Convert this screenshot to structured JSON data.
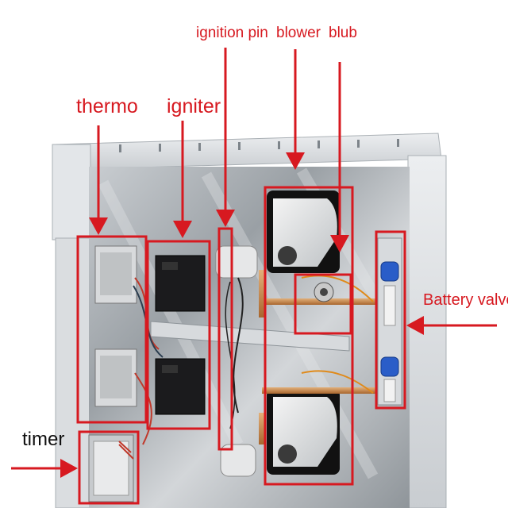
{
  "labels": {
    "thermo": "thermo",
    "igniter": "igniter",
    "ignition_pin": "ignition pin",
    "blower": "blower",
    "blub": "blub",
    "battery_valve": "Battery valve",
    "timer": "timer"
  },
  "colors": {
    "annotation": "#d71920",
    "cabinet_frame": "#d9dde1",
    "steel_panel": "#b4b9bd",
    "module_black": "#1b1b1d",
    "coil_blue": "#2a5dc8",
    "copper_pipe": "#c98a4a"
  }
}
